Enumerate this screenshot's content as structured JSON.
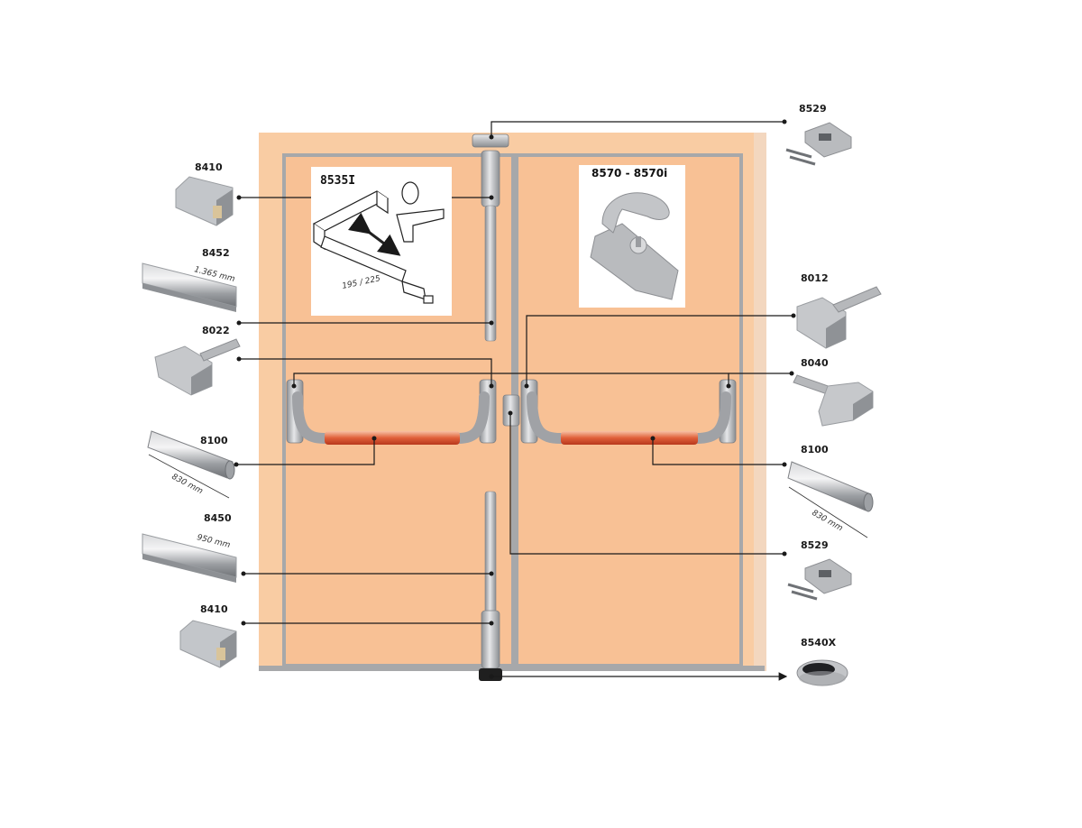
{
  "diagram": {
    "callouts": {
      "left": [
        {
          "code": "8410"
        },
        {
          "code": "8452",
          "dimension": "1.365 mm"
        },
        {
          "code": "8022"
        },
        {
          "code": "8100",
          "dimension": "830 mm"
        },
        {
          "code": "8450",
          "dimension": "950 mm"
        },
        {
          "code": "8410"
        }
      ],
      "right": [
        {
          "code": "8529"
        },
        {
          "code": "8012"
        },
        {
          "code": "8040"
        },
        {
          "code": "8100",
          "dimension": "830 mm"
        },
        {
          "code": "8529"
        },
        {
          "code": "8540X"
        }
      ]
    },
    "insets": {
      "rod_guide": {
        "code": "8535I",
        "dimension": "195 / 225"
      },
      "handle": {
        "code": "8570 - 8570i"
      }
    },
    "colors": {
      "door_outer": "#f9c9a0",
      "door_inner": "#f7bf8f",
      "frame": "#a9a9a9",
      "push_bar": "#e0603a",
      "metal": "#b7b9bc"
    }
  }
}
